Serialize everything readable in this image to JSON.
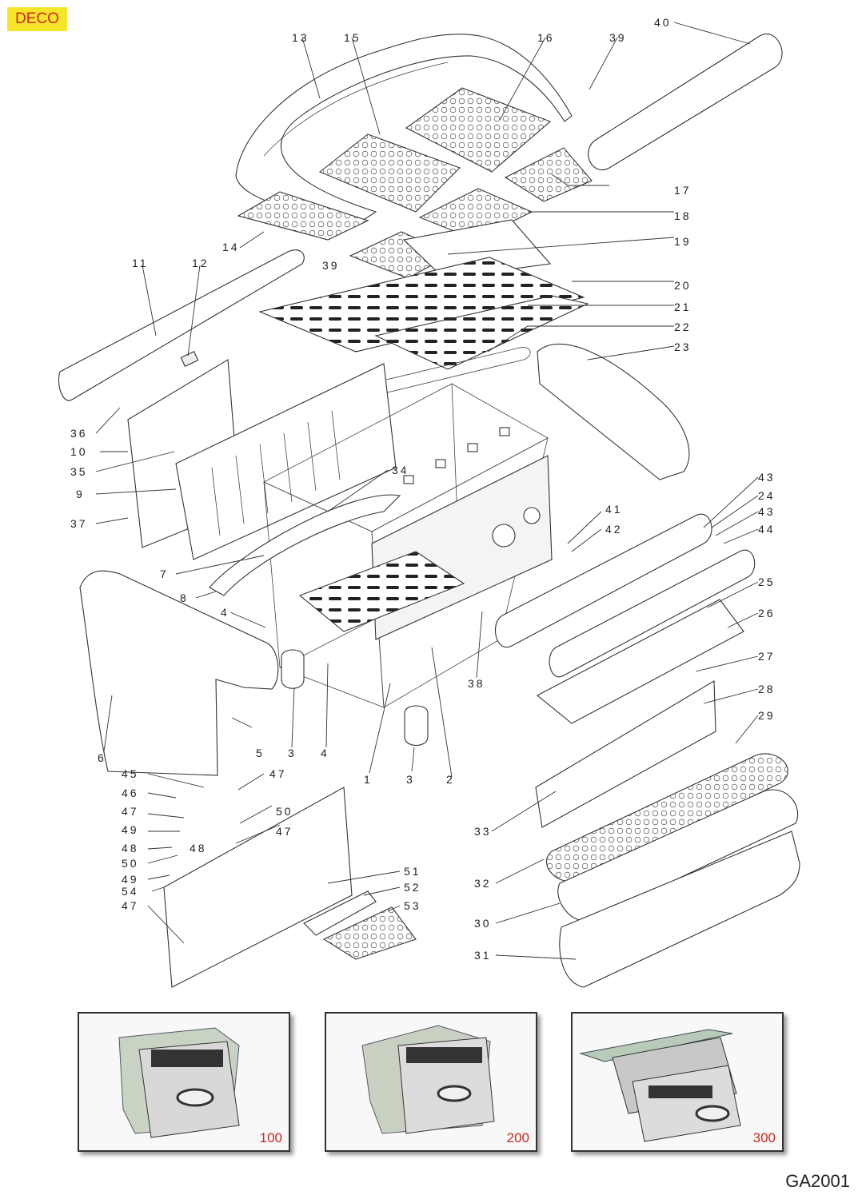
{
  "badge": "DECO",
  "drawing_code": "GA2001",
  "colors": {
    "badge_bg": "#f5e62a",
    "badge_text": "#d3261d",
    "photo_number": "#c8281e"
  },
  "labels": {
    "l13": "13",
    "l15": "15",
    "l16": "16",
    "l39a": "39",
    "l40": "40",
    "l17": "17",
    "l18": "18",
    "l14": "14",
    "l19": "19",
    "l39b": "39",
    "l11": "11",
    "l12": "12",
    "l20": "20",
    "l21": "21",
    "l22": "22",
    "l23": "23",
    "l36": "36",
    "l10": "10",
    "l35": "35",
    "l9": "9",
    "l37": "37",
    "l34": "34",
    "l43a": "43",
    "l24": "24",
    "l43b": "43",
    "l44": "44",
    "l41": "41",
    "l42": "42",
    "l7": "7",
    "l8": "8",
    "l25": "25",
    "l26": "26",
    "l4a": "4",
    "l38": "38",
    "l27": "27",
    "l28": "28",
    "l29": "29",
    "l6": "6",
    "l5": "5",
    "l3a": "3",
    "l4b": "4",
    "l1": "1",
    "l3b": "3",
    "l2": "2",
    "l45": "45",
    "l47a": "47",
    "l46": "46",
    "l50a": "50",
    "l47b": "47",
    "l47c": "47",
    "l49a": "49",
    "l48a": "48",
    "l48b": "48",
    "l50b": "50",
    "l49b": "49",
    "l33": "33",
    "l51": "51",
    "l54": "54",
    "l52": "52",
    "l47d": "47",
    "l53": "53",
    "l32": "32",
    "l30": "30",
    "l31": "31"
  },
  "photos": [
    {
      "number": "100"
    },
    {
      "number": "200"
    },
    {
      "number": "300"
    }
  ]
}
